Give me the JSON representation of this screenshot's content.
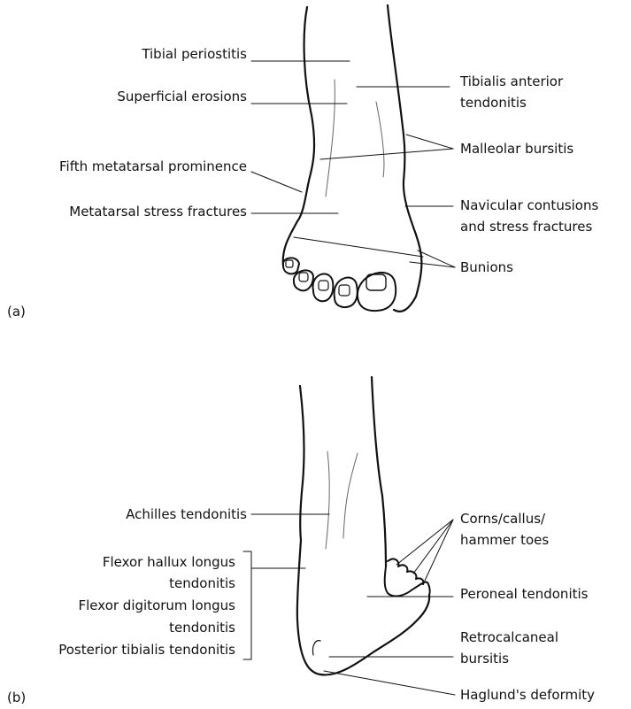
{
  "panel_a": {
    "tag": "(a)",
    "labels": {
      "tibial_periostitis": "Tibial periostitis",
      "superficial_erosions": "Superficial  erosions",
      "fifth_metatarsal": "Fifth metatarsal prominence",
      "metatarsal_stress": "Metatarsal stress fractures",
      "tibialis_anterior_1": "Tibialis anterior",
      "tibialis_anterior_2": "tendonitis",
      "malleolar_bursitis": "Malleolar bursitis",
      "navicular_1": "Navicular contusions",
      "navicular_2": "and stress fractures",
      "bunions": "Bunions"
    }
  },
  "panel_b": {
    "tag": "(b)",
    "labels": {
      "achilles": "Achilles tendonitis",
      "flexor_hallux_1": "Flexor hallux longus",
      "flexor_hallux_2": "tendonitis",
      "flexor_digitorum_1": "Flexor digitorum longus",
      "flexor_digitorum_2": "tendonitis",
      "posterior_tibialis": "Posterior tibialis tendonitis",
      "corns_1": "Corns/callus/",
      "corns_2": "hammer toes",
      "peroneal": "Peroneal tendonitis",
      "retrocalcaneal_1": "Retrocalcaneal",
      "retrocalcaneal_2": "bursitis",
      "haglund": "Haglund's deformity"
    }
  }
}
